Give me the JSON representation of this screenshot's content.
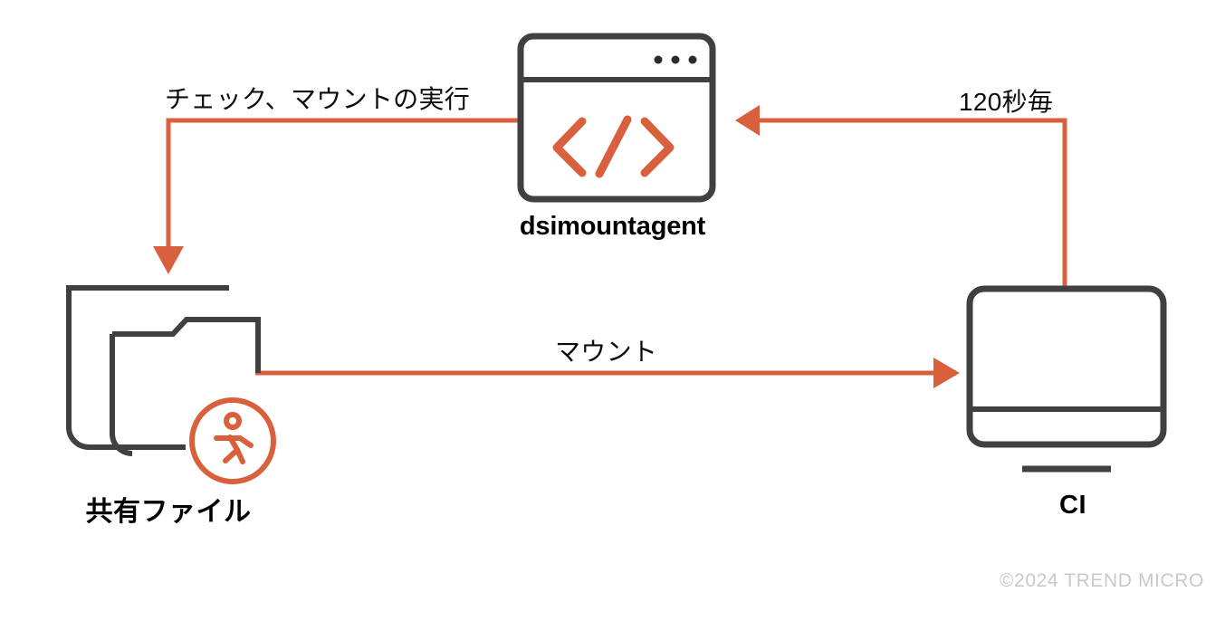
{
  "diagram": {
    "title": "dsimountagent mount flow",
    "background_color": "#ffffff",
    "accent_color": "#d9603c",
    "stroke_color": "#404040",
    "text_color": "#000000",
    "nodes": [
      {
        "id": "dsimountagent",
        "label": "dsimountagent",
        "icon": "code-window-icon",
        "glyph": "</>"
      },
      {
        "id": "shared-file",
        "label": "共有ファイル",
        "icon": "shared-folder-icon",
        "badge_icon": "walking-person-icon"
      },
      {
        "id": "ci",
        "label": "CI",
        "icon": "monitor-icon"
      }
    ],
    "edges": [
      {
        "id": "check-mount",
        "label": "チェック、マウントの実行",
        "from": "dsimountagent",
        "to": "shared-file",
        "direction": "left-then-down"
      },
      {
        "id": "interval",
        "label": "120秒毎",
        "from": "ci",
        "to": "dsimountagent",
        "direction": "up-then-left"
      },
      {
        "id": "mount",
        "label": "マウント",
        "from": "shared-file",
        "to": "ci",
        "direction": "right"
      }
    ]
  },
  "footer": {
    "copyright": "©2024 TREND MICRO"
  }
}
